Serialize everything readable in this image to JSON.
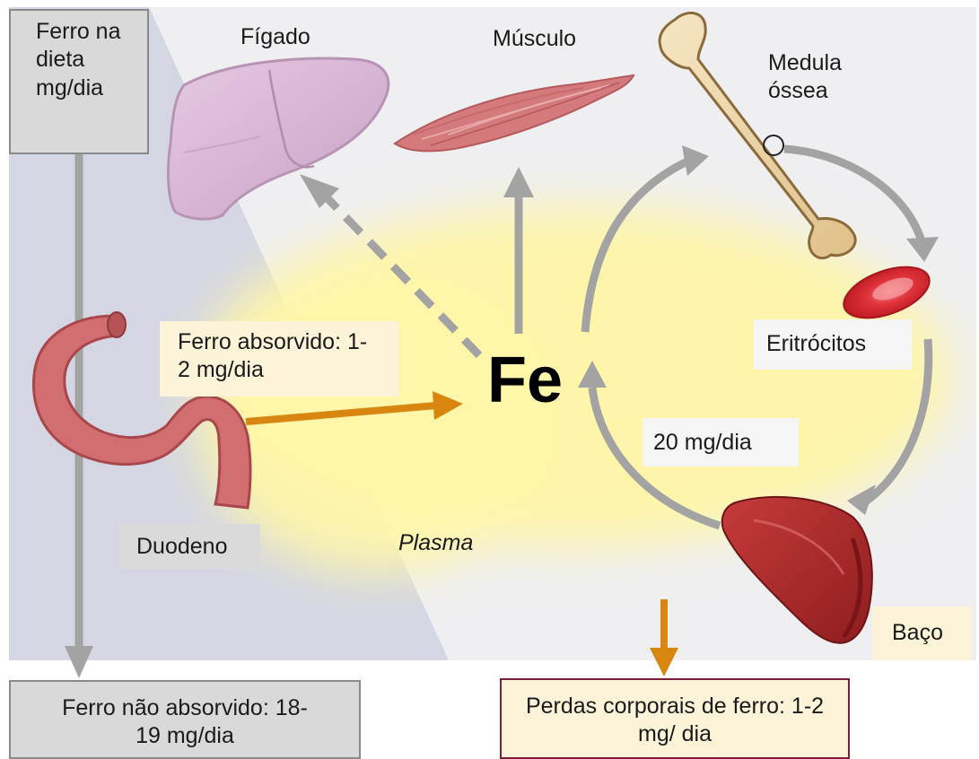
{
  "labels": {
    "diet": "Ferro na dieta mg/dia",
    "liver": "Fígado",
    "muscle": "Músculo",
    "bone_marrow": "Medula óssea",
    "absorbed": "Ferro absorvido: 1-2 mg/dia",
    "iron_symbol": "Fe",
    "erythrocytes": "Eritrócitos",
    "daily_flow": "20 mg/dia",
    "duodenum": "Duodeno",
    "plasma": "Plasma",
    "spleen": "Baço",
    "unabsorbed": "Ferro não absorvido: 18-19 mg/dia",
    "losses": "Perdas corporais de ferro: 1-2 mg/ dia"
  },
  "colors": {
    "background_light": "#efeff1",
    "duodenum_region": "#d4d7e3",
    "plasma_glow": "#fff6a8",
    "orange_arrow": "#d8860f",
    "gray_arrow": "#a3a3a3",
    "liver": "#d9b6d6",
    "muscle": "#d47a7c",
    "bone": "#efd8ac",
    "erythrocyte": "#d9262e",
    "spleen": "#a8282a",
    "duodenum": "#d26d70"
  },
  "icons": [
    "liver-icon",
    "muscle-icon",
    "bone-icon",
    "erythrocyte-icon",
    "duodenum-icon",
    "spleen-icon"
  ]
}
